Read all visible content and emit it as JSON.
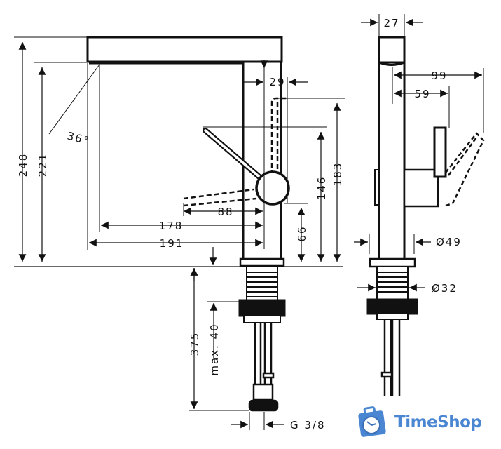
{
  "diagram": {
    "subject": "Single-lever basin mixer faucet technical drawing",
    "front_view": {
      "heights": {
        "overall": "248",
        "spout_outlet": "221",
        "lever_top_raised": "183",
        "lever_pivot_top": "146",
        "lever_base": "66"
      },
      "spout_reach": {
        "outer": "191",
        "inner": "178",
        "lever_swing": "88"
      },
      "body_width": "29",
      "spout_angle": "36°",
      "below_deck": {
        "total_length": "375",
        "max_deck_thickness": "max. 40",
        "connection_thread": "G 3/8"
      }
    },
    "side_view": {
      "spout_width": "27",
      "lever_reach_max": "99",
      "lever_reach": "59",
      "base_diameter": "Ø49",
      "shank_diameter": "Ø32"
    }
  },
  "watermark": {
    "brand": "TimeShop",
    "color": "#4a86d2",
    "icon": "suitcase-clock-icon"
  }
}
